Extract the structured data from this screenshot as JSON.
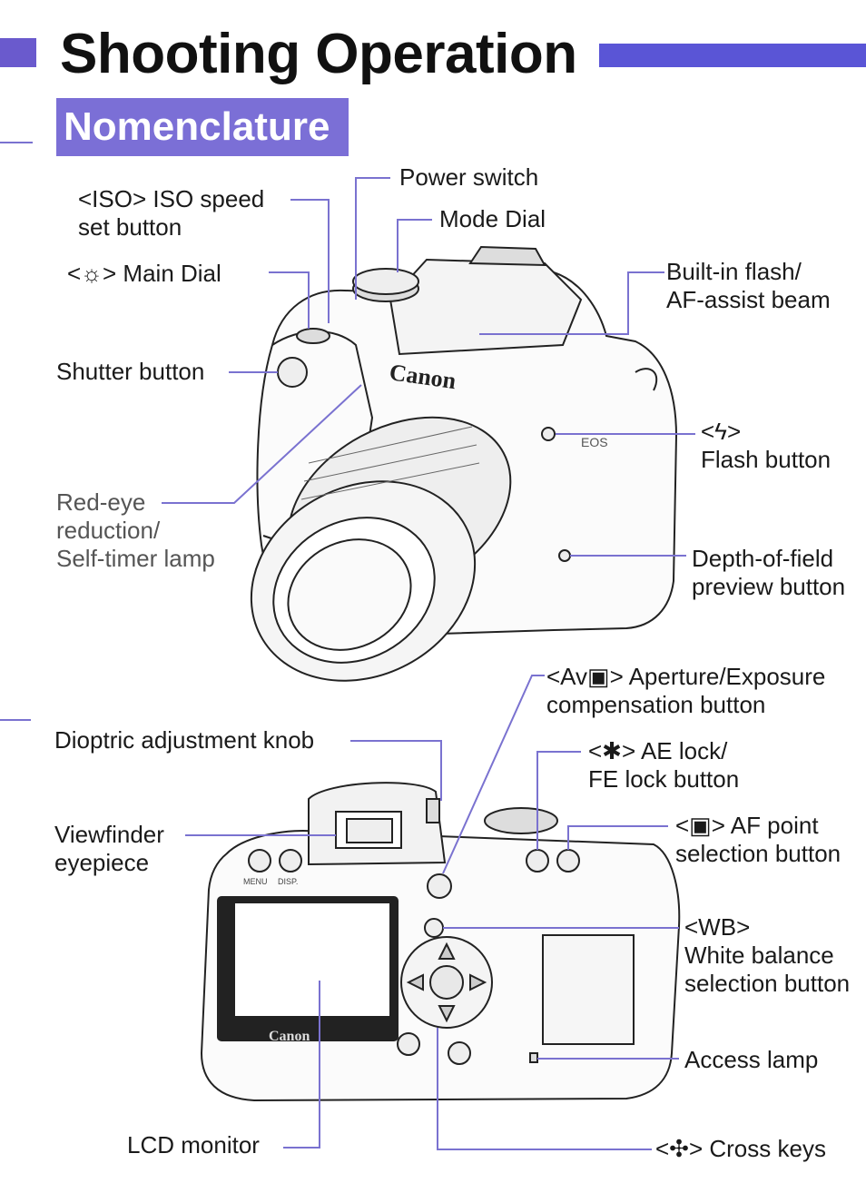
{
  "header": {
    "title": "Shooting Operation",
    "subtitle": "Nomenclature"
  },
  "front_labels": {
    "iso": [
      "<ISO> ISO speed",
      "set button"
    ],
    "main_dial": "<☼> Main Dial",
    "power_switch": "Power switch",
    "mode_dial": "Mode Dial",
    "flash": [
      "Built-in flash/",
      "AF-assist beam"
    ],
    "shutter": "Shutter button",
    "flash_button": [
      "<ϟ>",
      "Flash button"
    ],
    "red_eye": [
      "Red-eye",
      "reduction/",
      "Self-timer lamp"
    ],
    "dof": [
      "Depth-of-field",
      "preview button"
    ]
  },
  "back_labels": {
    "aperture": [
      "<Av▣> Aperture/Exposure",
      "compensation button"
    ],
    "dioptric": "Dioptric adjustment knob",
    "ae_lock": [
      "<✱> AE lock/",
      "FE lock button"
    ],
    "viewfinder": [
      "Viewfinder",
      "eyepiece"
    ],
    "af_point": [
      "<▣> AF point",
      "selection button"
    ],
    "wb": [
      "<WB>",
      "White balance",
      "selection button"
    ],
    "access_lamp": "Access lamp",
    "lcd": "LCD monitor",
    "cross_keys": "<✣> Cross keys"
  },
  "camera_text": {
    "brand_front": "Canon",
    "model_front": "EOS",
    "brand_back": "Canon",
    "btn_menu": "MENU",
    "btn_disp": "DISP."
  },
  "colors": {
    "accent": "#6a5acd",
    "leader_line": "#7a72d0"
  }
}
